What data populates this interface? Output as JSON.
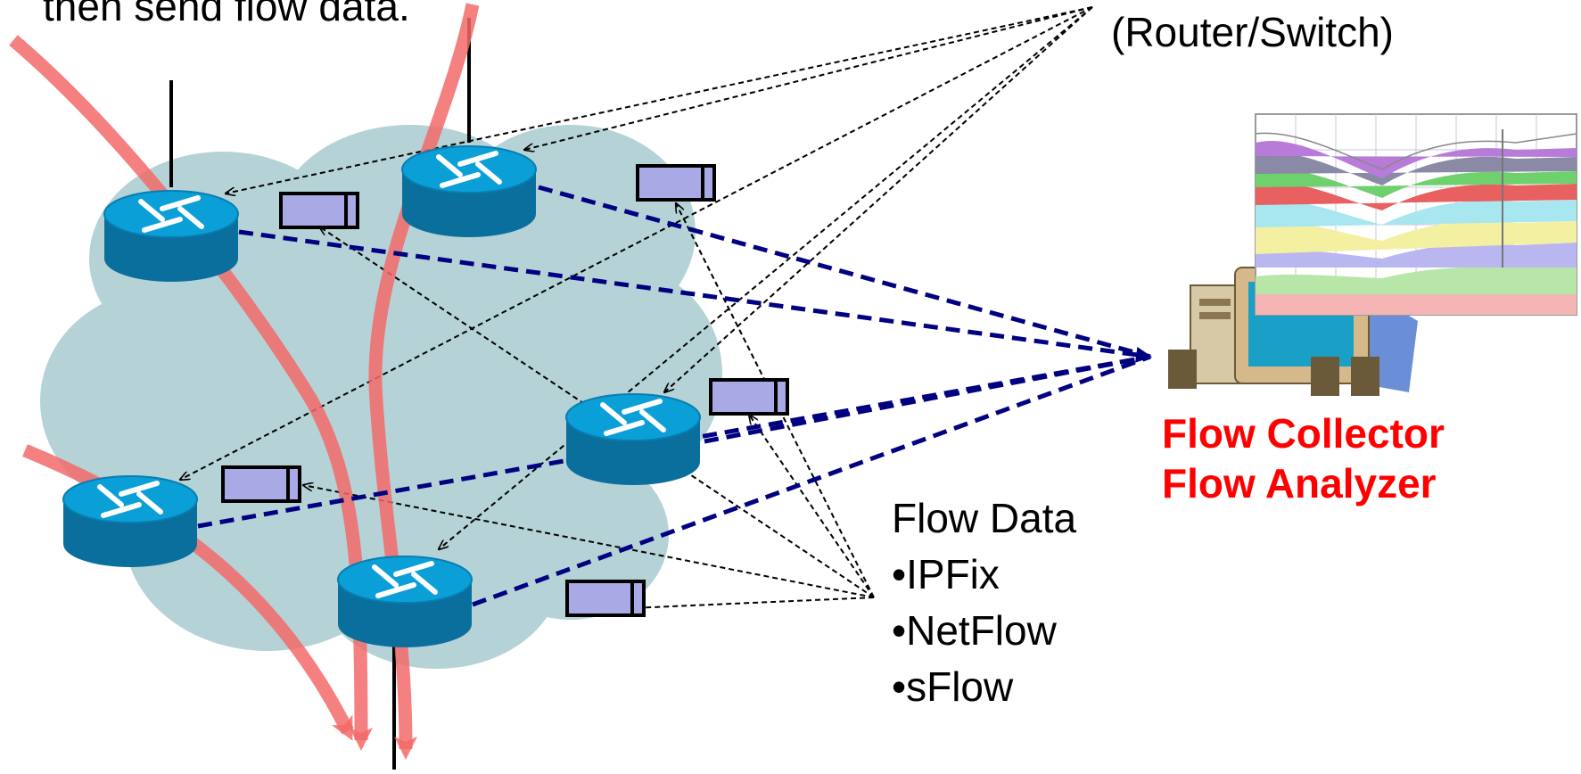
{
  "captions": {
    "top_left": "then send flow data.",
    "top_right": "(Router/Switch)"
  },
  "collector": {
    "line1": "Flow Collector",
    "line2": "Flow Analyzer"
  },
  "flow_data": {
    "heading": "Flow Data",
    "items": [
      "•IPFix",
      "•NetFlow",
      "•sFlow"
    ]
  },
  "colors": {
    "cloud": "#b5d3d6",
    "router_blue": "#0b9fd8",
    "router_dark": "#0a6f9c",
    "export_line": "#000080",
    "traffic_arrow": "#f36a6a",
    "record_fill": "#a9a9e6",
    "collector_text": "#ff0000"
  }
}
